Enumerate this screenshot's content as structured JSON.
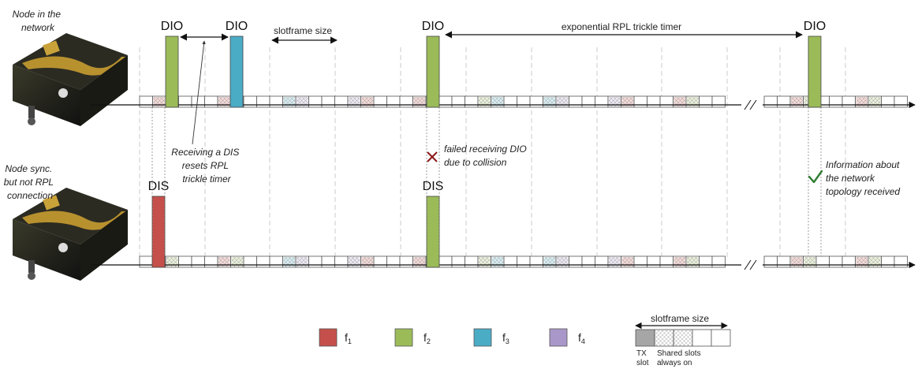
{
  "colors": {
    "f1": "#c5504b",
    "f2": "#9bbb59",
    "f3": "#4bacc6",
    "f4": "#a997c9",
    "tx": "#a6a6a6",
    "slot_border": "#555555",
    "dash": "#bfbfbf",
    "cross": "#8b1a1a",
    "check": "#2e7d32"
  },
  "node_top": {
    "label_lines": [
      "Node in the",
      "network"
    ]
  },
  "node_bottom": {
    "label_lines": [
      "Node sync.",
      "but not RPL",
      "connection"
    ]
  },
  "tx_labels": {
    "dio": "DIO",
    "dis": "DIS"
  },
  "annotations": {
    "slotframe_size": "slotframe size",
    "trickle_timer": "exponential RPL trickle timer",
    "dis_reset": [
      "Receiving a DIS",
      "resets RPL",
      "trickle timer"
    ],
    "failed": [
      "failed  receiving  DIO",
      "due to collision"
    ],
    "info": [
      "Information about",
      "the network",
      "topology received"
    ]
  },
  "legend": {
    "items": [
      {
        "name": "f",
        "sub": "1",
        "color_key": "f1"
      },
      {
        "name": "f",
        "sub": "2",
        "color_key": "f2"
      },
      {
        "name": "f",
        "sub": "3",
        "color_key": "f3"
      },
      {
        "name": "f",
        "sub": "4",
        "color_key": "f4"
      }
    ],
    "slotframe_title": "slotframe size",
    "tx_slot": [
      "TX",
      "slot"
    ],
    "shared_slots": [
      "Shared slots",
      "always on"
    ]
  },
  "icons": {
    "device": "sensor-device-icon",
    "cross": "cross-icon",
    "check": "checkmark-icon"
  }
}
